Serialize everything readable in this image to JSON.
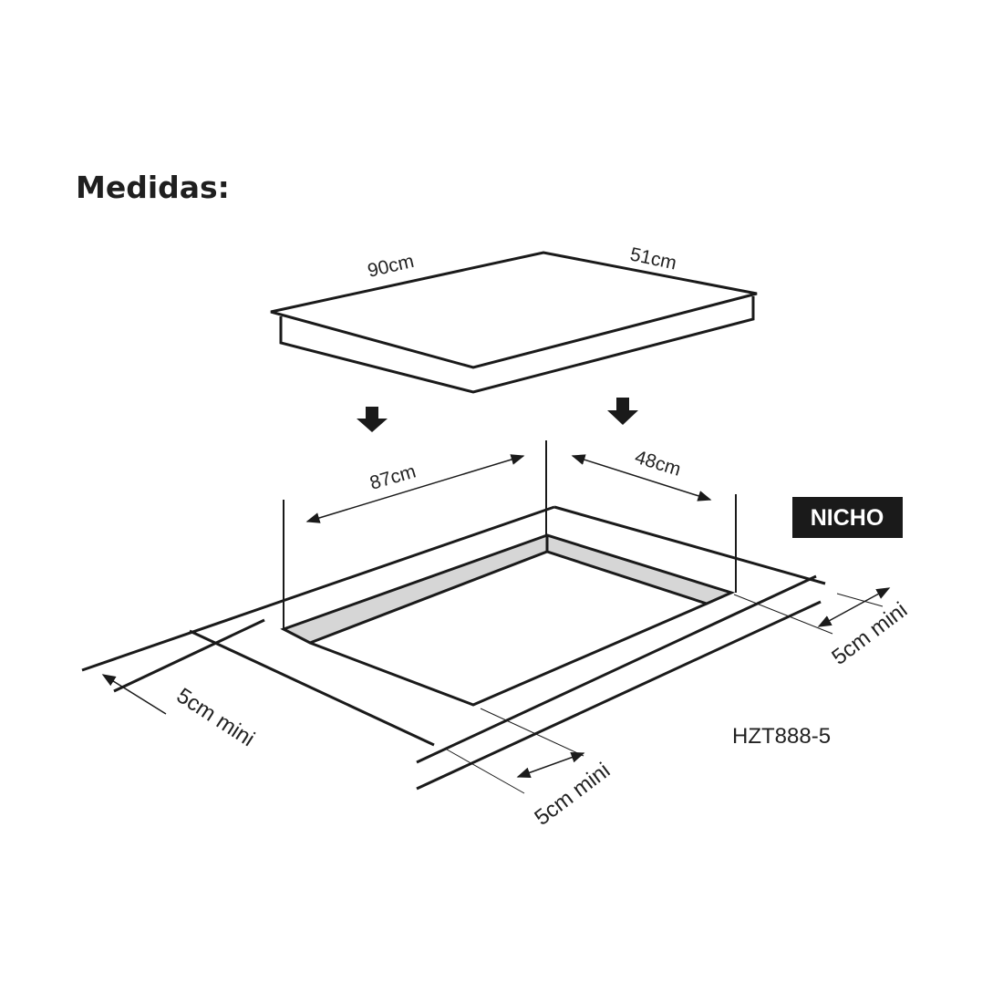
{
  "title": "Medidas:",
  "cooktop": {
    "width_label": "90cm",
    "depth_label": "51cm"
  },
  "cutout": {
    "width_label": "87cm",
    "depth_label": "48cm",
    "tag": "NICHO"
  },
  "clearances": {
    "left": "5cm mini",
    "front": "5cm mini",
    "right": "5cm mini"
  },
  "model": "HZT888-5",
  "colors": {
    "line": "#1a1a1a",
    "band": "#d6d6d6",
    "tag_bg": "#1a1a1a"
  }
}
